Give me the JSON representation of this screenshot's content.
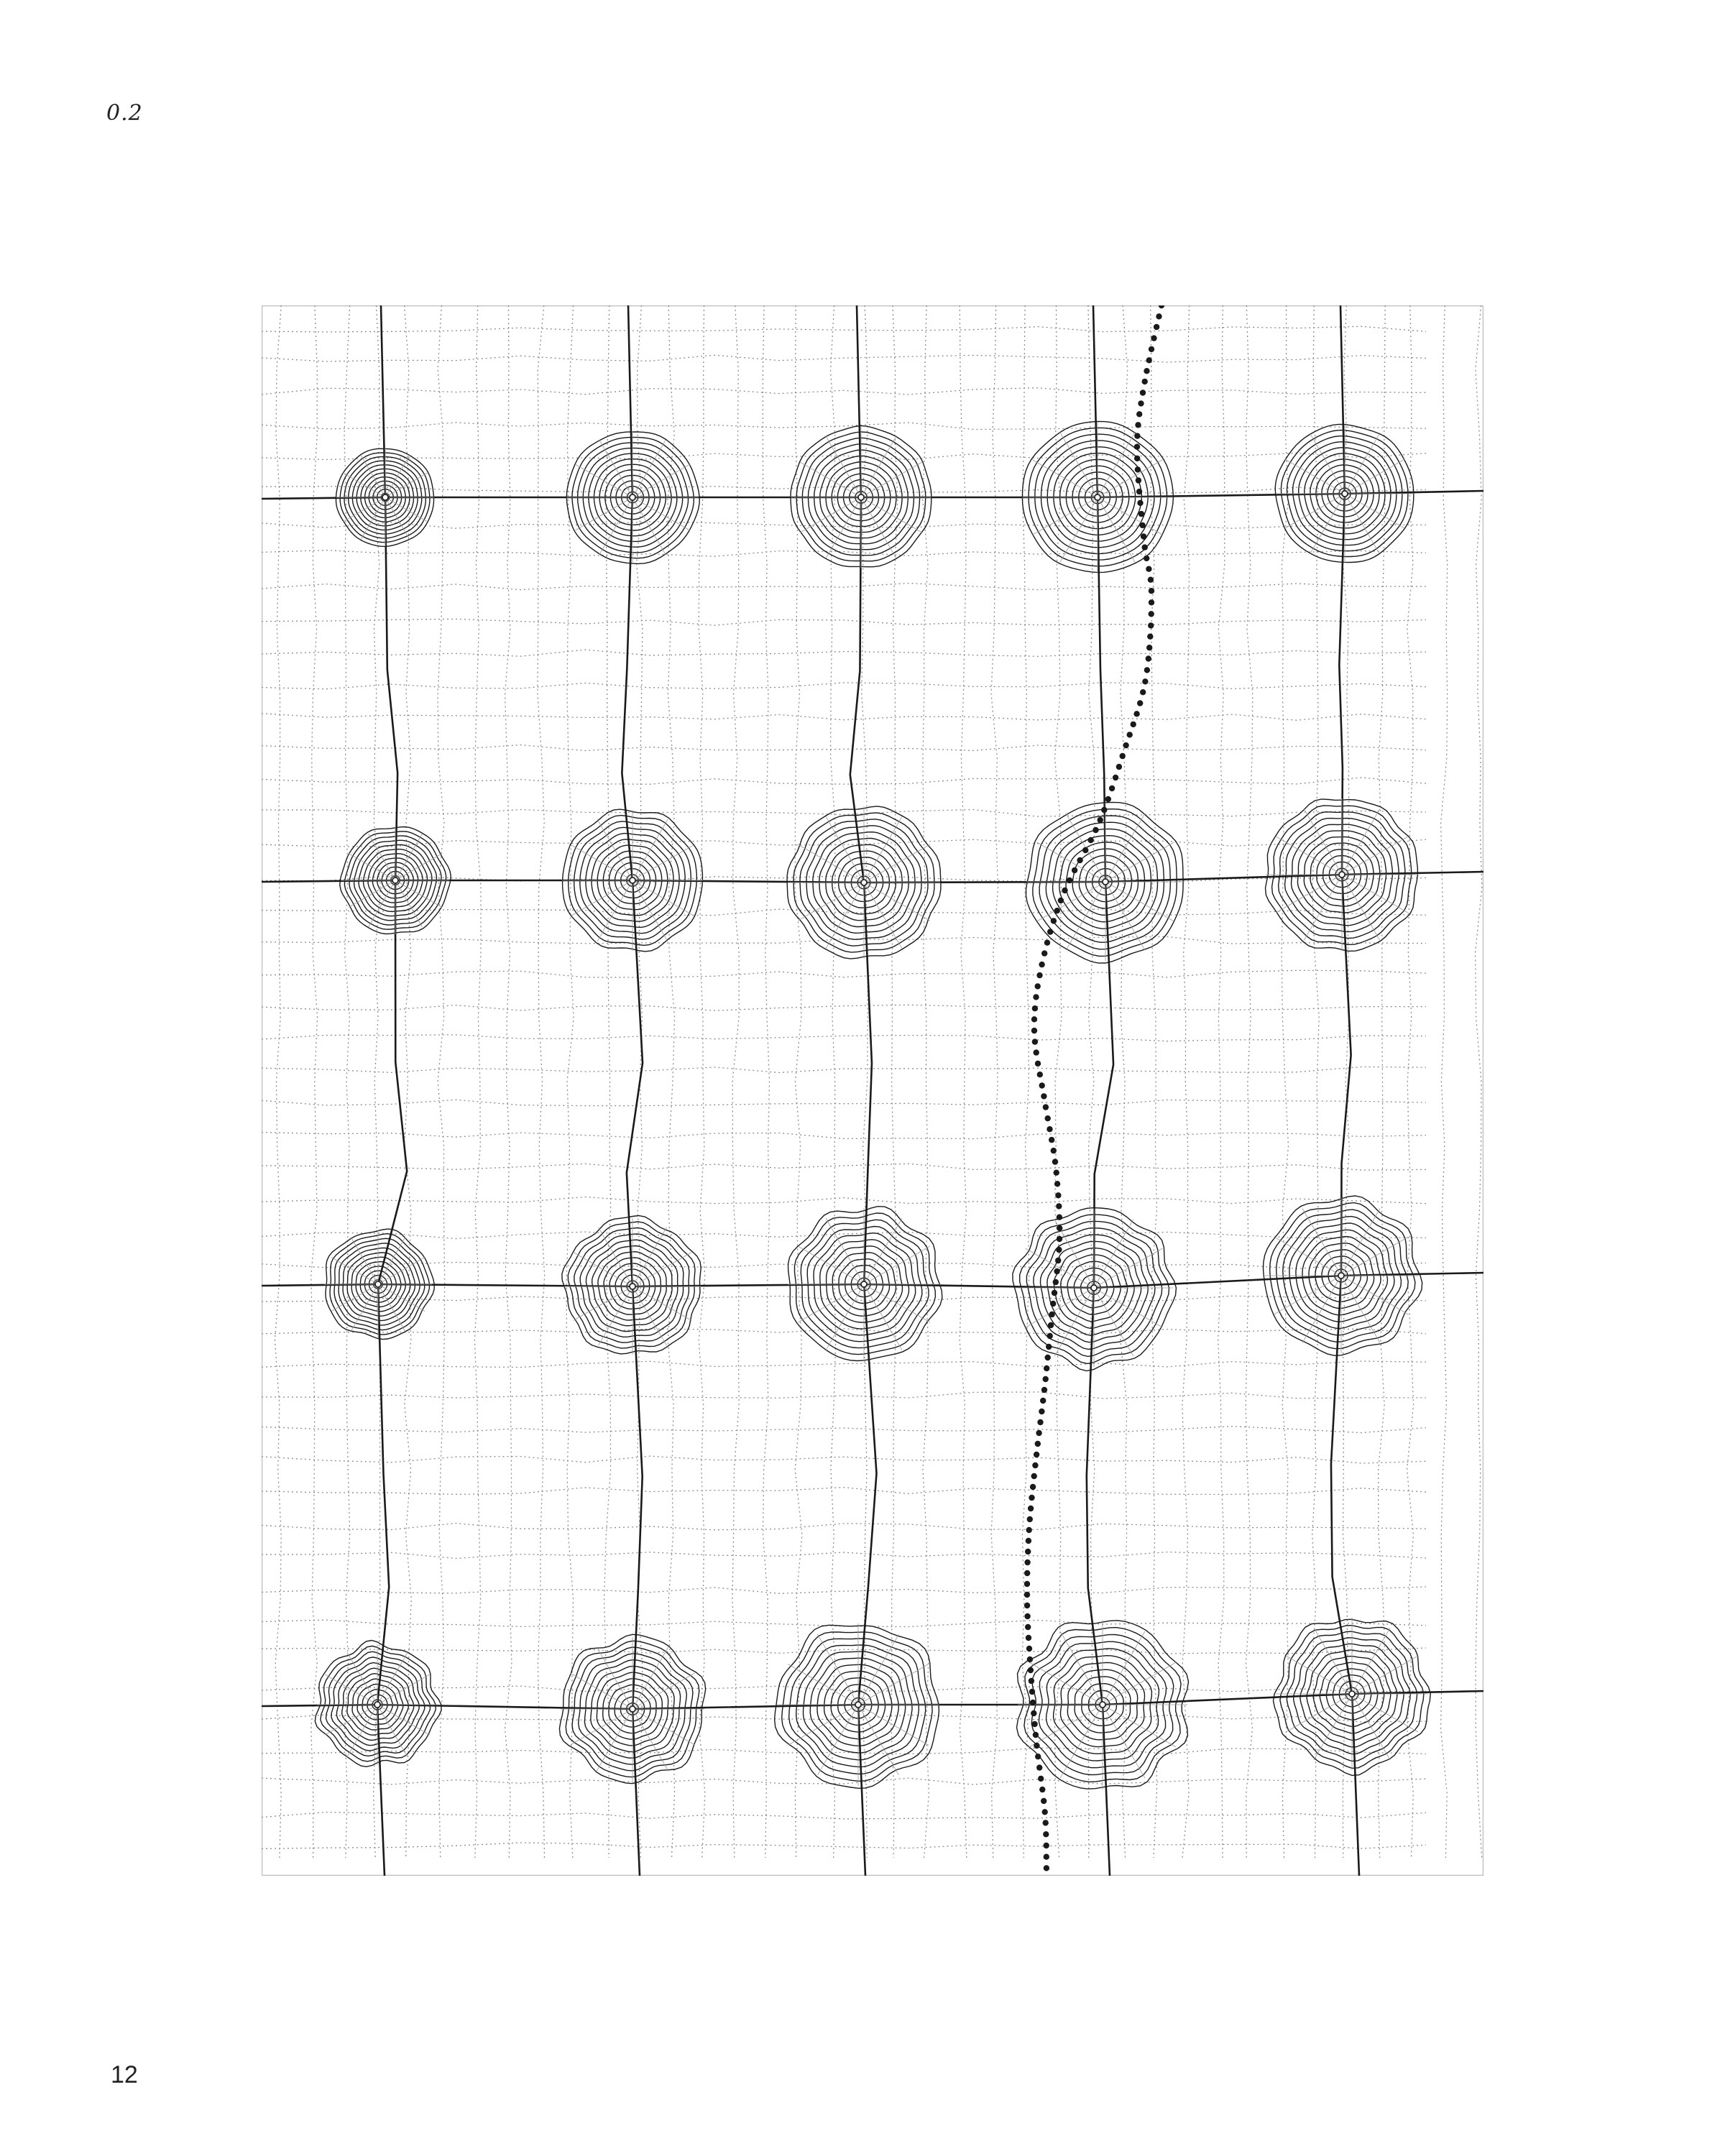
{
  "figure_label": "0.2",
  "page_number": "12",
  "diagram": {
    "columns": 5,
    "rows": 4,
    "colors": {
      "ink": "#1a1a1a",
      "grid": "#8c8c8c",
      "frame": "#bdbdbd",
      "dots": "#1a1a1a"
    }
  }
}
